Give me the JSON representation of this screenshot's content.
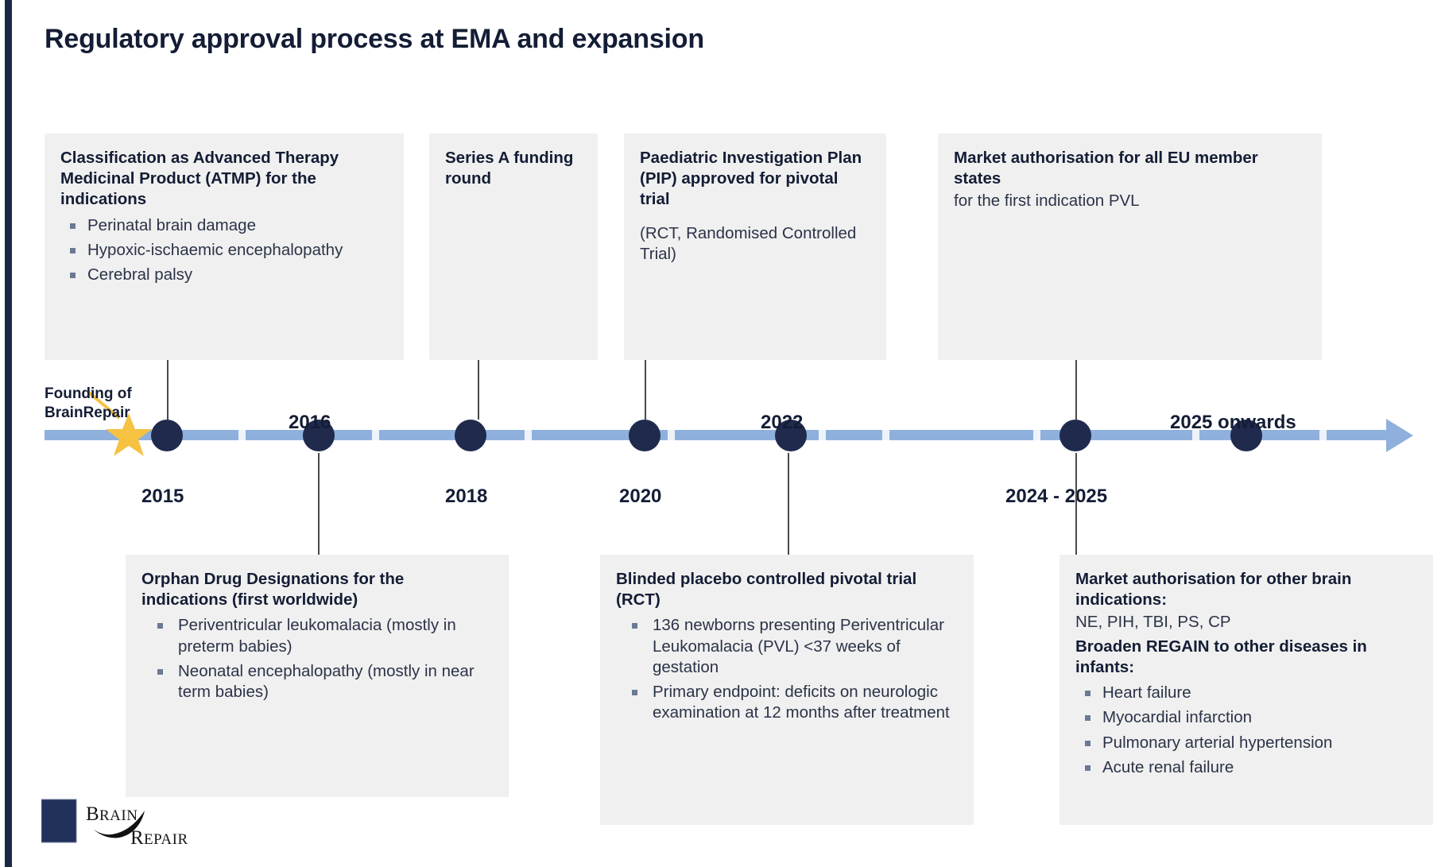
{
  "page_title": "Regulatory approval process at EMA and expansion",
  "colors": {
    "accent_navy": "#1b2747",
    "timeline_blue": "#8fb0dc",
    "dot_navy": "#1f2a4d",
    "star_gold": "#f5c242",
    "box_bg": "#f0f0f0",
    "text_dark": "#141d35"
  },
  "founding_marker": {
    "label_line1": "Founding of",
    "label_line2": "BrainRepair",
    "icon": "star-icon"
  },
  "timeline": {
    "milestones": [
      {
        "year": "2015",
        "position": "below"
      },
      {
        "year": "2016",
        "position": "above"
      },
      {
        "year": "2018",
        "position": "below"
      },
      {
        "year": "2020",
        "position": "below"
      },
      {
        "year": "2022",
        "position": "above"
      },
      {
        "year": "2024 - 2025",
        "position": "below"
      },
      {
        "year": "2025 onwards",
        "position": "above"
      }
    ]
  },
  "boxes_above": [
    {
      "id": "atmp",
      "heading": "Classification as Advanced Therapy Medicinal Product (ATMP) for the indications",
      "subtext": "",
      "bullets": [
        "Perinatal brain damage",
        "Hypoxic-ischaemic encephalopathy",
        "Cerebral palsy"
      ]
    },
    {
      "id": "series-a",
      "heading": "Series A funding round",
      "subtext": "",
      "bullets": []
    },
    {
      "id": "pip",
      "heading": "Paediatric Investigation Plan (PIP) approved for pivotal trial",
      "subtext": "(RCT, Randomised Controlled Trial)",
      "bullets": []
    },
    {
      "id": "market-auth-eu",
      "heading": "Market authorisation for all EU member states",
      "subtext": "for the first indication PVL",
      "bullets": []
    }
  ],
  "boxes_below": [
    {
      "id": "orphan-drug",
      "heading": "Orphan Drug Designations for the indications (first worldwide)",
      "subtext": "",
      "bullets": [
        "Periventricular leukomalacia (mostly in preterm babies)",
        "Neonatal encephalopathy (mostly in near term babies)"
      ]
    },
    {
      "id": "pivotal-trial",
      "heading": "Blinded placebo controlled pivotal trial (RCT)",
      "subtext": "",
      "bullets": [
        "136 newborns presenting Periventricular Leukomalacia (PVL) <37 weeks of gestation",
        "Primary endpoint: deficits on neurologic examination at 12 months after treatment"
      ]
    },
    {
      "id": "market-auth-other",
      "heading": "Market authorisation for other brain indications:",
      "subtext": "NE, PIH, TBI, PS, CP",
      "heading2": "Broaden REGAIN to other diseases in infants:",
      "bullets": [
        "Heart failure",
        "Myocardial infarction",
        "Pulmonary arterial hypertension",
        "Acute renal failure"
      ]
    }
  ],
  "logo": {
    "word1": "Brain",
    "word2": "Repair"
  }
}
